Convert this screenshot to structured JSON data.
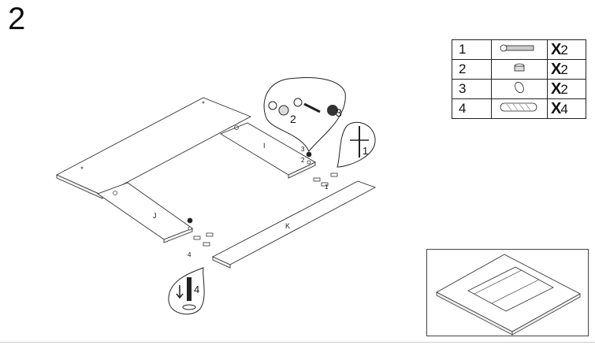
{
  "step": {
    "number": "2"
  },
  "parts": [
    {
      "id": "1",
      "icon": "cam-bolt-icon",
      "qty_prefix": "X",
      "qty": "2"
    },
    {
      "id": "2",
      "icon": "cam-lock-nut-icon",
      "qty_prefix": "X",
      "qty": "2"
    },
    {
      "id": "3",
      "icon": "washer-icon",
      "qty_prefix": "X",
      "qty": "2"
    },
    {
      "id": "4",
      "icon": "wooden-dowel-icon",
      "qty_prefix": "X",
      "qty": "4"
    }
  ],
  "panels": {
    "i": "I",
    "j": "J",
    "k": "K"
  },
  "callouts": {
    "top_detail": {
      "part_a": "2",
      "part_b": "3"
    },
    "right_detail": {
      "part": "1"
    },
    "bottom_detail": {
      "part": "4"
    },
    "near_panel_i": {
      "upper": "3",
      "lower": "2"
    },
    "near_panel_k": {
      "part": "1"
    },
    "near_panel_j": {
      "part": "4"
    }
  }
}
